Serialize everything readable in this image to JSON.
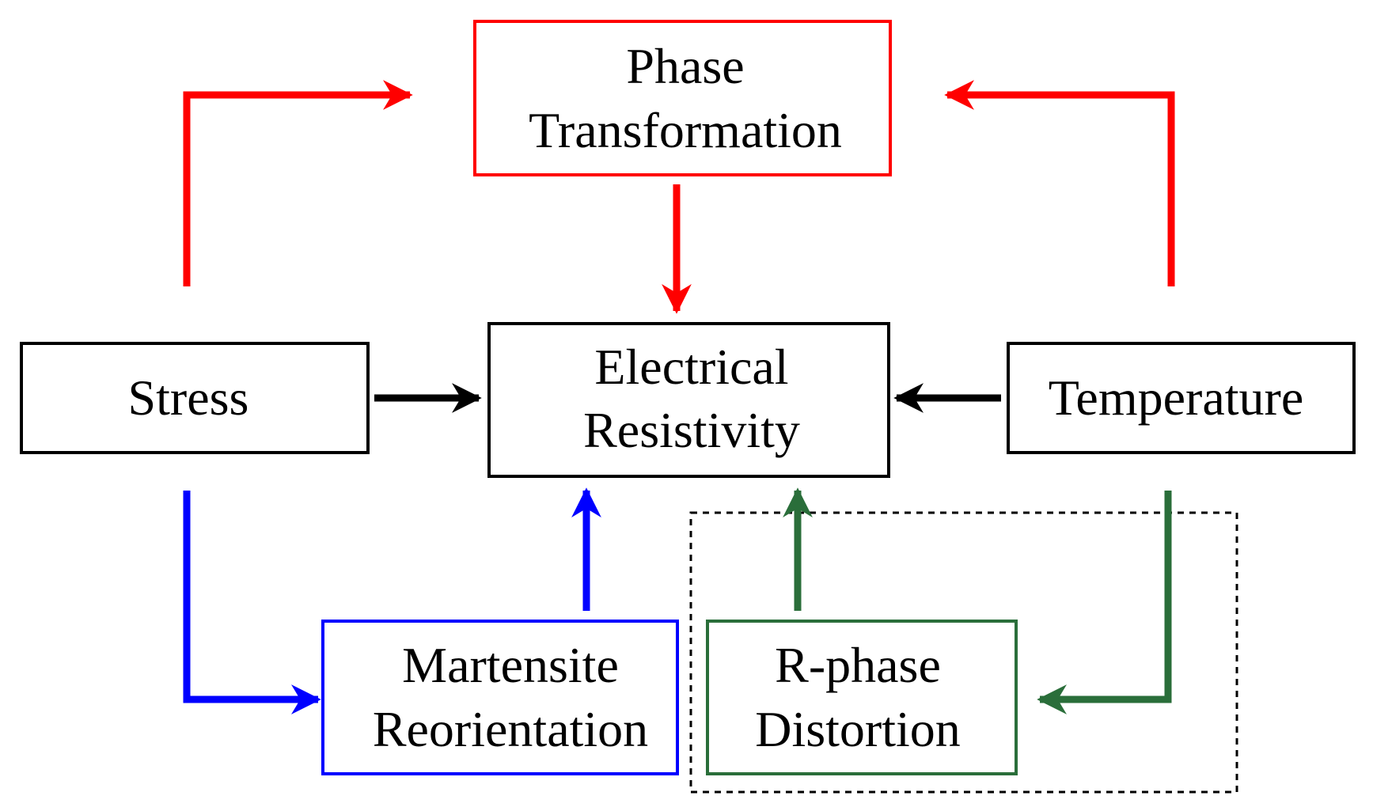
{
  "colors": {
    "black": "#000000",
    "red": "#ff0000",
    "blue": "#0000ff",
    "green": "#2a6e3a"
  },
  "nodes": {
    "phase_transformation": {
      "line1": "Phase",
      "line2": "Transformation",
      "color": "#ff0000"
    },
    "electrical_resistivity": {
      "line1": "Electrical",
      "line2": "Resistivity",
      "color": "#000000"
    },
    "stress": {
      "label": "Stress",
      "color": "#000000"
    },
    "temperature": {
      "label": "Temperature",
      "color": "#000000"
    },
    "martensite_reorientation": {
      "line1": "Martensite",
      "line2": "Reorientation",
      "color": "#0000ff"
    },
    "r_phase_distortion": {
      "line1": "R-phase",
      "line2": "Distortion",
      "color": "#2a6e3a"
    }
  }
}
